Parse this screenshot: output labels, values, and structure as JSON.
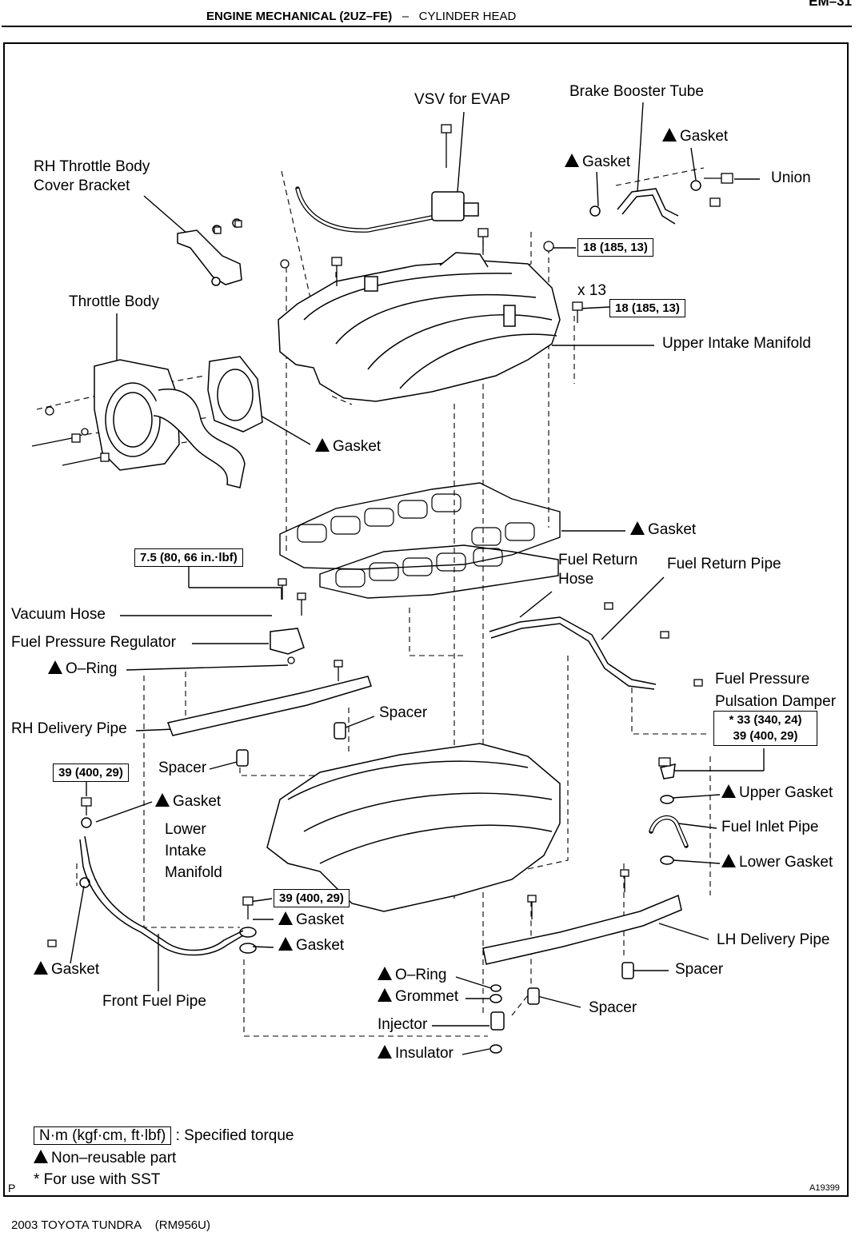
{
  "header": {
    "section": "ENGINE MECHANICAL (2UZ–FE)",
    "separator": "–",
    "subsection": "CYLINDER HEAD",
    "page_number": "EM–31"
  },
  "parts": {
    "vsv_evap": "VSV for EVAP",
    "brake_booster_tube": "Brake Booster Tube",
    "gasket_right": "Gasket",
    "gasket_left": "Gasket",
    "union": "Union",
    "rh_throttle_body_cover_bracket_1": "RH Throttle Body",
    "rh_throttle_body_cover_bracket_2": "Cover Bracket",
    "throttle_body": "Throttle Body",
    "x13": "x 13",
    "upper_intake_manifold": "Upper Intake Manifold",
    "gasket_throttle": "Gasket",
    "gasket_manifold": "Gasket",
    "fuel_return_hose_1": "Fuel Return",
    "fuel_return_hose_2": "Hose",
    "fuel_return_pipe": "Fuel Return Pipe",
    "vacuum_hose": "Vacuum Hose",
    "fuel_pressure_regulator": "Fuel Pressure Regulator",
    "o_ring_upper": "O–Ring",
    "fuel_pressure_pulsation_damper_1": "Fuel Pressure",
    "fuel_pressure_pulsation_damper_2": "Pulsation Damper",
    "rh_delivery_pipe": "RH Delivery Pipe",
    "spacer_1": "Spacer",
    "spacer_2": "Spacer",
    "gasket_front_upper": "Gasket",
    "lower_intake_manifold_1": "Lower",
    "lower_intake_manifold_2": "Intake",
    "lower_intake_manifold_3": "Manifold",
    "upper_gasket": "Upper Gasket",
    "fuel_inlet_pipe": "Fuel Inlet Pipe",
    "lower_gasket": "Lower Gasket",
    "gasket_mid_1": "Gasket",
    "gasket_mid_2": "Gasket",
    "lh_delivery_pipe": "LH Delivery Pipe",
    "gasket_front_lower": "Gasket",
    "front_fuel_pipe": "Front Fuel Pipe",
    "o_ring_lower": "O–Ring",
    "spacer_3": "Spacer",
    "grommet": "Grommet",
    "spacer_4": "Spacer",
    "injector": "Injector",
    "insulator": "Insulator"
  },
  "torque": {
    "t1": "18 (185, 13)",
    "t2": "18 (185, 13)",
    "t3": "7.5 (80, 66 in.·lbf)",
    "t4a": "* 33 (340, 24)",
    "t4b": "39 (400, 29)",
    "t5": "39 (400, 29)",
    "t6": "39 (400, 29)"
  },
  "legend": {
    "torque_unit": "N·m (kgf·cm, ft·lbf)",
    "torque_desc": ": Specified torque",
    "non_reusable": "Non–reusable part",
    "sst_note": "* For use with SST"
  },
  "figure": {
    "corner": "P",
    "id": "A19399"
  },
  "footer": {
    "model": "2003 TOYOTA TUNDRA",
    "code": "(RM956U)"
  }
}
